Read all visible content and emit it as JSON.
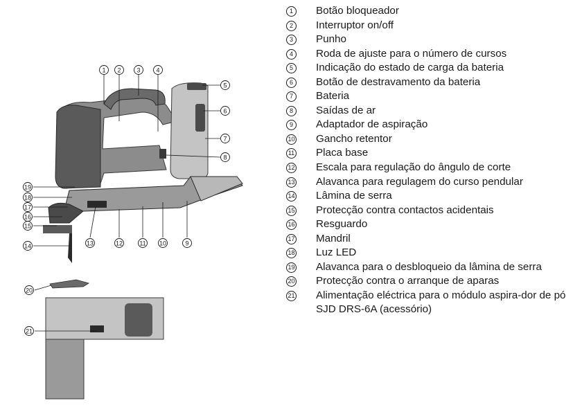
{
  "legend": [
    {
      "num": "1",
      "text": "Botão bloqueador"
    },
    {
      "num": "2",
      "text": "Interruptor on/off"
    },
    {
      "num": "3",
      "text": "Punho"
    },
    {
      "num": "4",
      "text": "Roda de ajuste para o número de cursos"
    },
    {
      "num": "5",
      "text": "Indicação do estado de carga da bateria"
    },
    {
      "num": "6",
      "text": "Botão de destravamento da bateria"
    },
    {
      "num": "7",
      "text": "Bateria"
    },
    {
      "num": "8",
      "text": "Saídas de ar"
    },
    {
      "num": "9",
      "text": "Adaptador de aspiração"
    },
    {
      "num": "10",
      "text": "Gancho retentor"
    },
    {
      "num": "11",
      "text": "Placa base"
    },
    {
      "num": "12",
      "text": "Escala para regulação do ângulo de corte"
    },
    {
      "num": "13",
      "text": "Alavanca para regulagem do curso pendular"
    },
    {
      "num": "14",
      "text": "Lâmina de serra"
    },
    {
      "num": "15",
      "text": "Protecção contra contactos acidentais"
    },
    {
      "num": "16",
      "text": "Resguardo"
    },
    {
      "num": "17",
      "text": "Mandril"
    },
    {
      "num": "18",
      "text": "Luz LED"
    },
    {
      "num": "19",
      "text": "Alavanca para o desbloqueio da lâmina de serra"
    },
    {
      "num": "20",
      "text": "Protecção contra o arranque de aparas"
    },
    {
      "num": "21",
      "text": "Alimentação eléctrica para o módulo aspira-dor de pó SJD DRS-6A (acessório)"
    }
  ],
  "callouts": [
    "1",
    "2",
    "3",
    "4",
    "5",
    "6",
    "7",
    "8",
    "9",
    "10",
    "11",
    "12",
    "13",
    "14",
    "15",
    "16",
    "17",
    "18",
    "19",
    "20",
    "21"
  ],
  "colors": {
    "body_dark": "#4a4a4a",
    "body_mid": "#8c8c8c",
    "body_light": "#c4c4c4",
    "accent": "#2a2a2a"
  }
}
